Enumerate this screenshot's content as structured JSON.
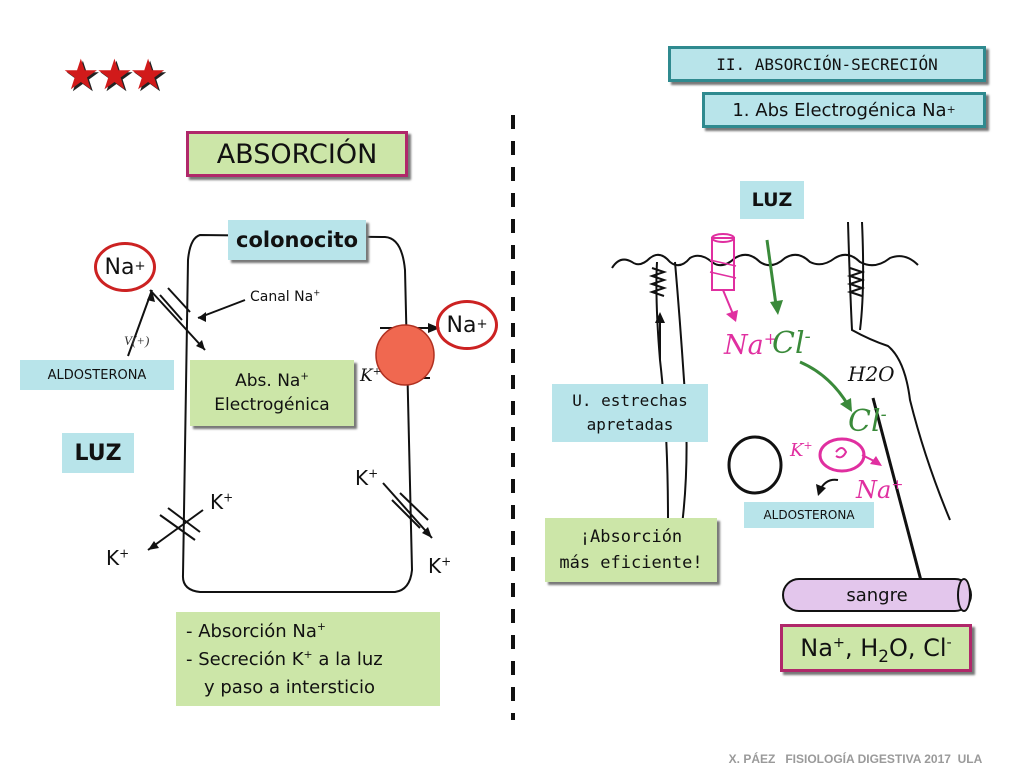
{
  "stars": "★★★",
  "header": {
    "section": "II. ABSORCIÓN-SECRECIÓN",
    "subsection": "1. Abs Electrogénica Na",
    "subsection_sup": "+"
  },
  "left": {
    "title": "ABSORCIÓN",
    "colonocito": "colonocito",
    "na_left": "Na",
    "na_right": "Na",
    "plus": "+",
    "canal": "Canal Na",
    "aldosterona": "ALDOSTERONA",
    "abs_na_line1": "Abs. Na",
    "abs_na_line2": "Electrogénica",
    "luz": "LUZ",
    "k": "K",
    "handwritten_k": "K",
    "handwritten_plus": "+",
    "summary": {
      "line1": "- Absorción Na",
      "line2a": "- Secreción K",
      "line2b": " a la luz",
      "line3": "y paso a intersticio"
    }
  },
  "right": {
    "luz": "LUZ",
    "u_line1": "U. estrechas",
    "u_line2": "apretadas",
    "efic_line1": "¡Absorción",
    "efic_line2": "más eficiente!",
    "aldosterona": "ALDOSTERONA",
    "sangre": "sangre",
    "result": {
      "na": "Na",
      "sup": "+",
      "h2o_a": ", H",
      "h2o_sub": "2",
      "h2o_b": "O, Cl",
      "cl_sup": "-"
    },
    "hand": {
      "na": "Na",
      "plus": "+",
      "cl": "Cl",
      "minus": "-",
      "h2o": "H2O",
      "k": "K"
    }
  },
  "footer": "X. PÁEZ   FISIOLOGÍA DIGESTIVA 2017  ULA",
  "colors": {
    "teal": "#b8e4ea",
    "green": "#cce6a8",
    "pink_border": "#b0286a",
    "teal_border": "#2f8a8f",
    "red_circle": "#cc2222",
    "pump": "#f06850",
    "sangre": "#e3c6ec"
  }
}
